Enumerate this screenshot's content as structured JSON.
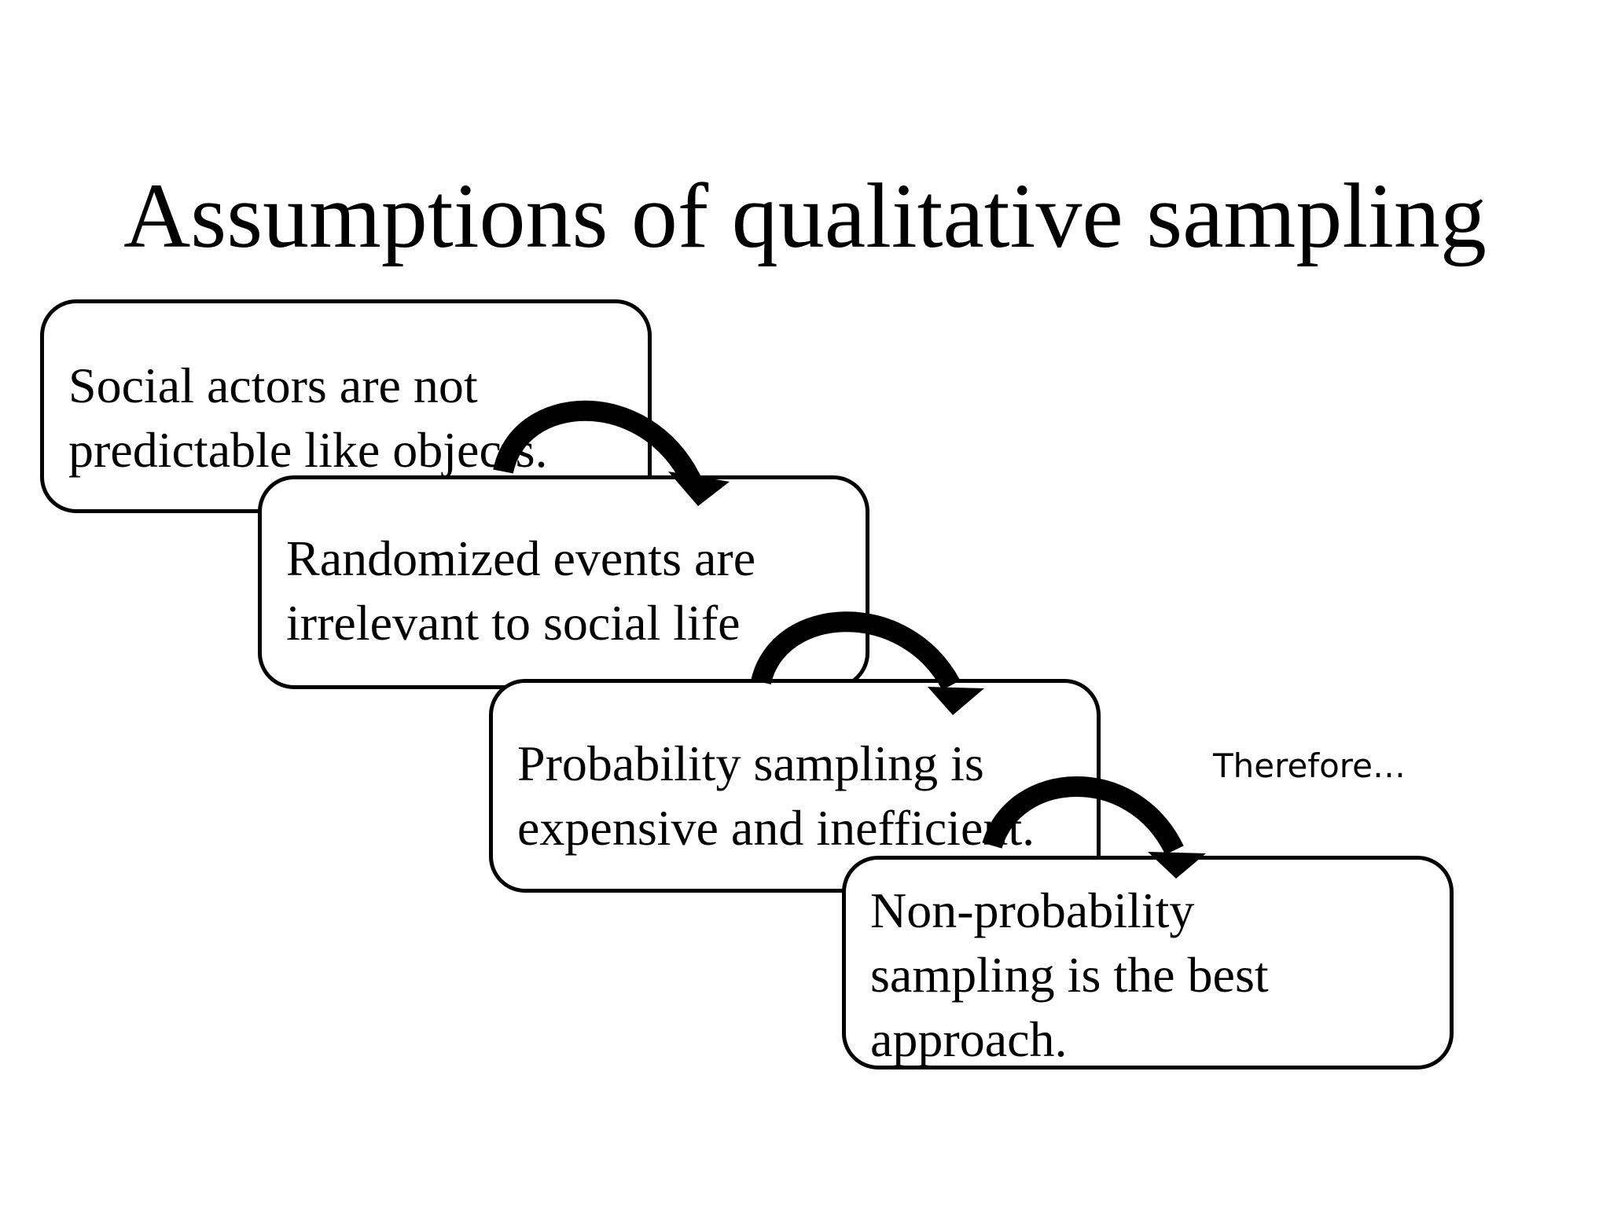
{
  "title": "Assumptions of qualitative sampling",
  "steps": [
    {
      "lines": [
        "Social actors are not",
        "predictable like objects."
      ]
    },
    {
      "lines": [
        "Randomized events are",
        "irrelevant to social life"
      ]
    },
    {
      "lines": [
        "Probability sampling is",
        "expensive and inefficient."
      ]
    },
    {
      "lines": [
        "Non-probability",
        "sampling is the best",
        "approach."
      ]
    }
  ],
  "note": "Therefore…",
  "colors": {
    "ink": "#000000",
    "background": "#ffffff"
  }
}
